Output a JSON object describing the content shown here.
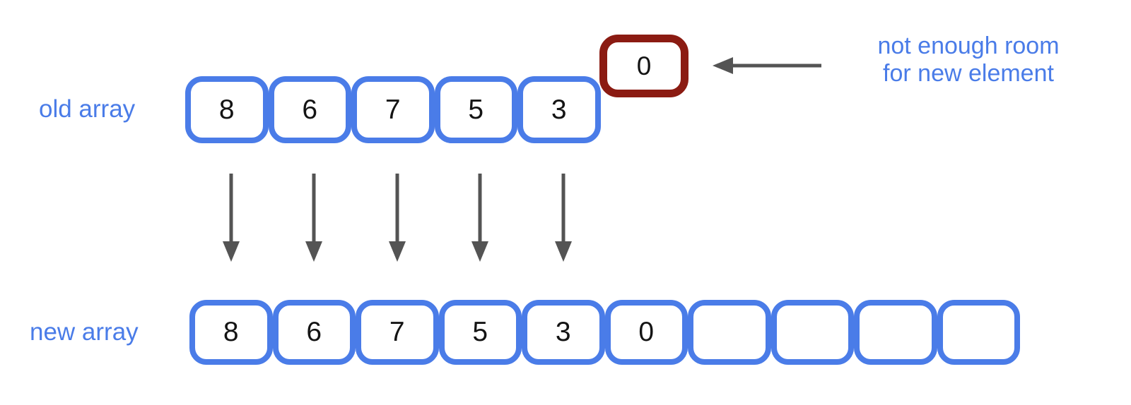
{
  "diagram": {
    "title_semantic": "array resize illustration",
    "old_array": {
      "label": "old array",
      "cells": [
        "8",
        "6",
        "7",
        "5",
        "3"
      ]
    },
    "overflow_cell": {
      "value": "0"
    },
    "annotation": {
      "line1": "not enough room",
      "line2": "for new element"
    },
    "new_array": {
      "label": "new array",
      "cells": [
        "8",
        "6",
        "7",
        "5",
        "3",
        "0",
        "",
        "",
        "",
        ""
      ]
    },
    "icons": {
      "left_arrow": "left-arrow-icon",
      "down_arrow": "down-arrow-icon"
    },
    "colors": {
      "blue": "#4a7ce8",
      "red": "#8b1b12",
      "gray": "#545454",
      "ink": "#141414"
    }
  }
}
